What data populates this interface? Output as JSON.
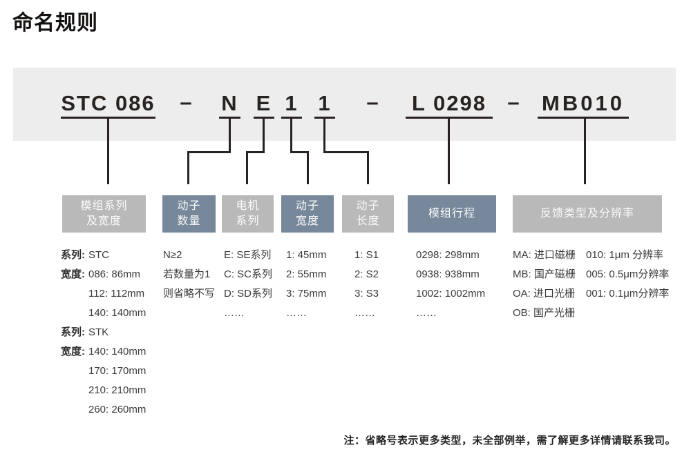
{
  "title": "命名规则",
  "code": {
    "dash": "–",
    "groups": [
      "STC 086",
      "N",
      "E",
      "1",
      "1",
      "L 0298",
      "MB010"
    ]
  },
  "boxes": [
    {
      "name": "模组系列及宽度",
      "line1": "模组系列",
      "line2": "及宽度",
      "tone": "gray"
    },
    {
      "name": "动子数量",
      "line1": "动子",
      "line2": "数量",
      "tone": "slate"
    },
    {
      "name": "电机系列",
      "line1": "电机",
      "line2": "系列",
      "tone": "gray"
    },
    {
      "name": "动子宽度",
      "line1": "动子",
      "line2": "宽度",
      "tone": "slate"
    },
    {
      "name": "动子长度",
      "line1": "动子",
      "line2": "长度",
      "tone": "gray"
    },
    {
      "name": "模组行程",
      "label": "模组行程",
      "tone": "slate"
    },
    {
      "name": "反馈类型及分辨率",
      "label": "反馈类型及分辨率",
      "tone": "gray"
    }
  ],
  "columns": [
    {
      "rows": [
        {
          "label": "系列:",
          "value": "STC"
        },
        {
          "label": "宽度:",
          "value": "086: 86mm"
        },
        {
          "label": "",
          "value": "112: 112mm"
        },
        {
          "label": "",
          "value": "140: 140mm"
        },
        {
          "label": "系列:",
          "value": "STK"
        },
        {
          "label": "宽度:",
          "value": "140: 140mm"
        },
        {
          "label": "",
          "value": "170: 170mm"
        },
        {
          "label": "",
          "value": "210: 210mm"
        },
        {
          "label": "",
          "value": "260: 260mm"
        }
      ]
    },
    {
      "lines": [
        "N≥2",
        "若数量为1",
        "则省略不写"
      ]
    },
    {
      "lines": [
        "E: SE系列",
        "C: SC系列",
        "D: SD系列",
        "……"
      ]
    },
    {
      "lines": [
        "1: 45mm",
        "2: 55mm",
        "3: 75mm",
        "……"
      ]
    },
    {
      "lines": [
        "1: S1",
        "2: S2",
        "3: S3",
        "……"
      ]
    },
    {
      "lines": [
        "0298: 298mm",
        "0938: 938mm",
        "1002: 1002mm",
        "……"
      ]
    },
    {
      "left": [
        "MA: 进口磁栅",
        "MB: 国产磁栅",
        "OA: 进口光栅",
        "OB: 国产光栅"
      ],
      "right": [
        "010: 1μm 分辨率",
        "005: 0.5μm分辨率",
        "001: 0.1μm分辨率",
        ""
      ]
    }
  ],
  "note": "注：省略号表示更多类型，未全部例举，需了解更多详情请联系我司。",
  "colors": {
    "band": "#ededed",
    "box_gray": "#b9b9b9",
    "box_slate": "#76889a",
    "line": "#282321",
    "text": "#3a3a3a"
  }
}
